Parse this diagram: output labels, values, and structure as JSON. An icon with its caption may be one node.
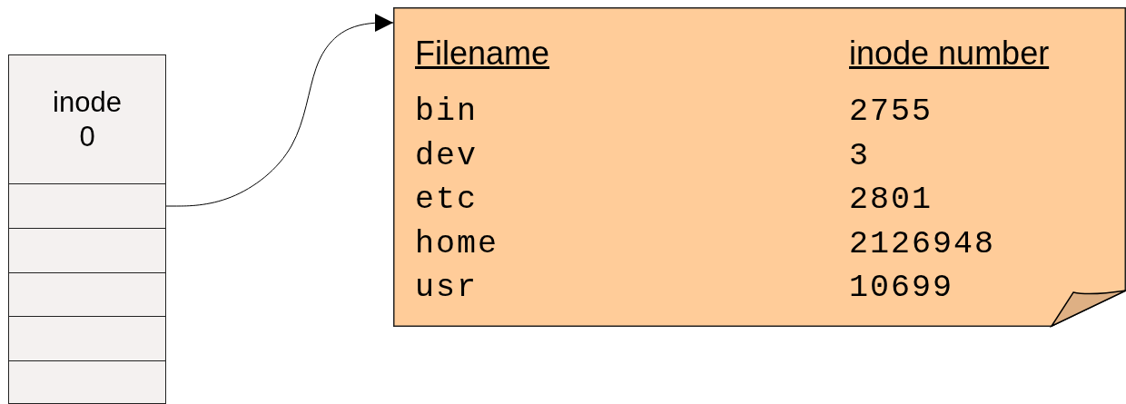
{
  "diagram": {
    "nodes": [
      {
        "text": [
          "inode 0"
        ]
      },
      {
        "text": [],
        "shape": "box"
      },
      {
        "text": [],
        "shape": "box"
      },
      {
        "text": [],
        "shape": "box"
      },
      {
        "text": [],
        "shape": "box"
      },
      {
        "text": [],
        "shape": "box"
      },
      {
        "text": [
          "Filename",
          "inode number",
          "bin",
          "2755",
          "dev",
          "3",
          "etc",
          "2801",
          "home",
          "2126948",
          "usr",
          "10699"
        ]
      }
    ],
    "edges": [
      {
        "from": 1,
        "to": 6,
        "arrow": "to"
      }
    ]
  }
}
